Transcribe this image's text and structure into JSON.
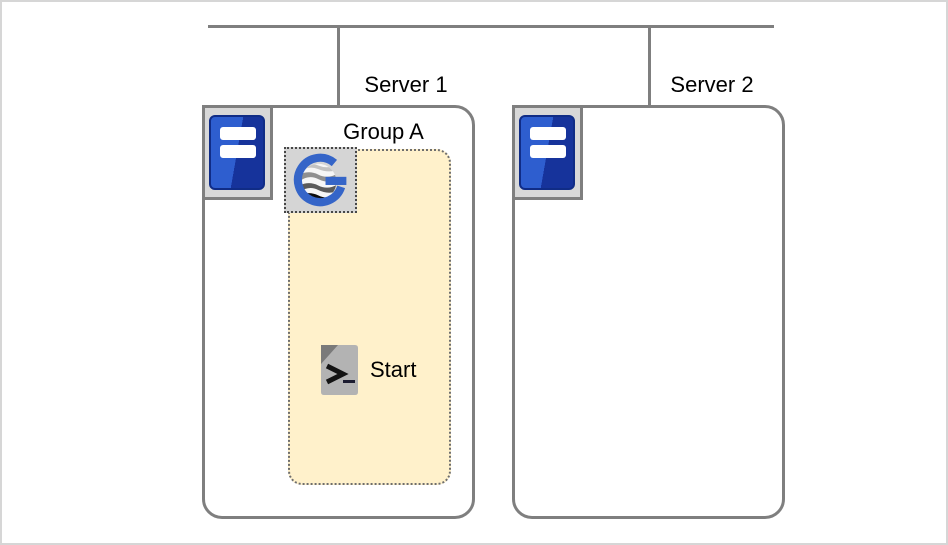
{
  "network": {
    "servers": [
      {
        "label": "Server 1"
      },
      {
        "label": "Server 2"
      }
    ]
  },
  "group": {
    "label": "Group A"
  },
  "job": {
    "label": "Start"
  },
  "icons": {
    "server": "server-tower-icon",
    "group_logo": "g-globe-logo-icon",
    "job": "shell-script-file-icon"
  },
  "colors": {
    "connector_gray": "#7f7f7f",
    "group_fill": "#FFF1CB",
    "group_border": "#6e6e6e",
    "server_blue_light": "#2E5ECF",
    "server_blue_dark": "#16339B",
    "logo_blue": "#3565C8",
    "plaque_fill": "#D8D8D8",
    "script_page_gray": "#B3B3B3"
  }
}
